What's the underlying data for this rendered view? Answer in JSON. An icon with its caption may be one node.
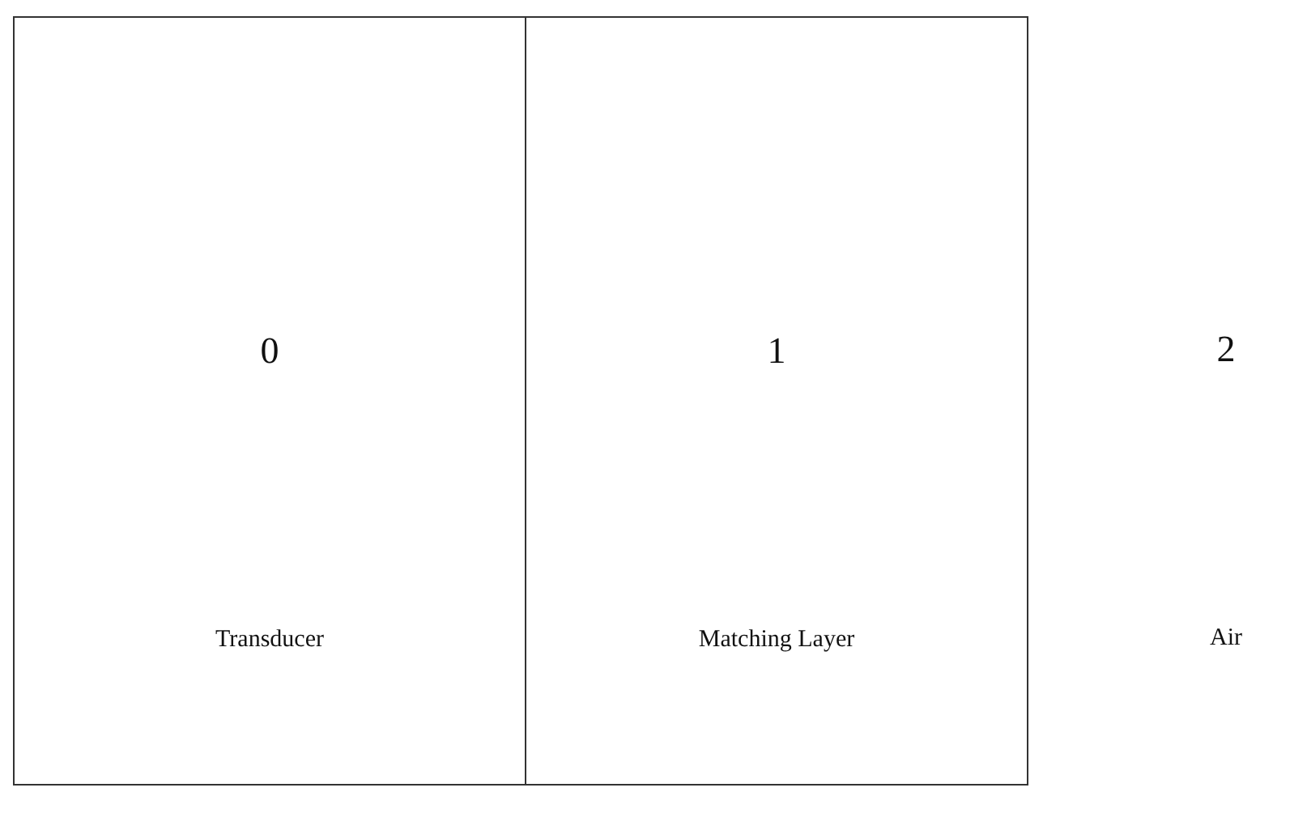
{
  "diagram": {
    "nodes": [
      {
        "text": [
          "0",
          "Transducer"
        ]
      },
      {
        "text": [
          "1",
          "Matching Layer"
        ]
      }
    ],
    "labels": [
      "2",
      "Air"
    ]
  }
}
